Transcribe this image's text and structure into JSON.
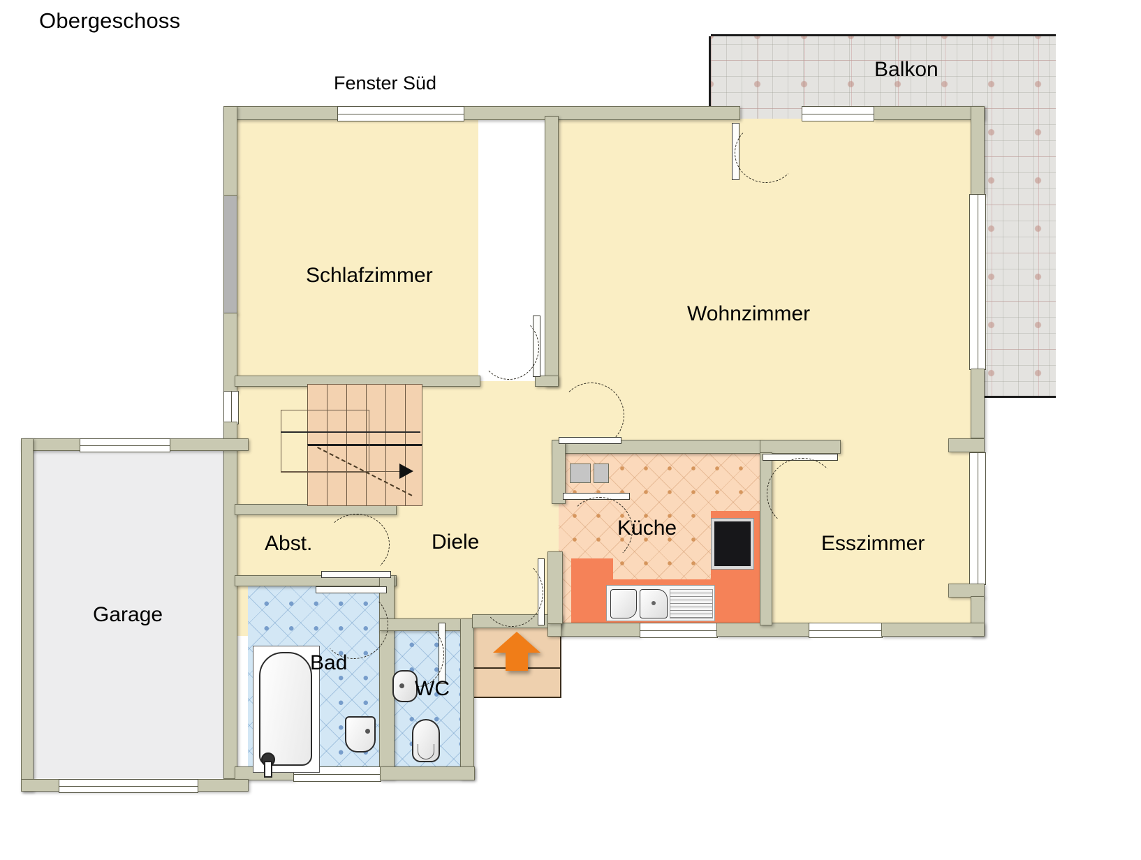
{
  "plan": {
    "title": "Obergeschoss",
    "annotation_top": "Fenster Süd",
    "colors": {
      "wall": "#c9c9b2",
      "wall_outline": "#6e6e58",
      "room_floor": "#faeec4",
      "garage_floor": "#ededee",
      "kitchen_tile": "#fbd9bb",
      "kitchen_counter": "#f58258",
      "bath_tile": "#d3e7f5",
      "balcony_tile": "#e4e3e0",
      "entry_step": "#eed0ae",
      "entry_arrow": "#f07d18",
      "stair_tread": "#f3d2b0",
      "stove": "#17171a",
      "window": "#ffffff",
      "label_text": "#000000"
    },
    "rooms": [
      {
        "id": "schlafzimmer",
        "label": "Schlafzimmer",
        "floor": "cream"
      },
      {
        "id": "wohnzimmer",
        "label": "Wohnzimmer",
        "floor": "cream"
      },
      {
        "id": "esszimmer",
        "label": "Esszimmer",
        "floor": "cream"
      },
      {
        "id": "kueche",
        "label": "Küche",
        "floor": "kitchen-tile"
      },
      {
        "id": "diele",
        "label": "Diele",
        "floor": "cream"
      },
      {
        "id": "abst",
        "label": "Abst.",
        "floor": "cream"
      },
      {
        "id": "bad",
        "label": "Bad",
        "floor": "bath-tile"
      },
      {
        "id": "wc",
        "label": "WC",
        "floor": "bath-tile"
      },
      {
        "id": "garage",
        "label": "Garage",
        "floor": "gray"
      },
      {
        "id": "balkon",
        "label": "Balkon",
        "floor": "balcony-tile"
      }
    ],
    "fixtures": [
      {
        "id": "bathtub",
        "room": "bad",
        "name": "bathtub"
      },
      {
        "id": "bath-sink",
        "room": "bad",
        "name": "washbasin"
      },
      {
        "id": "wc-sink",
        "room": "wc",
        "name": "small-washbasin"
      },
      {
        "id": "wc-toilet",
        "room": "wc",
        "name": "toilet"
      },
      {
        "id": "kitchen-sink",
        "room": "kueche",
        "name": "double-sink-with-drainboard"
      },
      {
        "id": "stove",
        "room": "kueche",
        "name": "cooktop"
      },
      {
        "id": "stairs",
        "room": "diele",
        "name": "staircase-up"
      }
    ],
    "markers": {
      "entrance_arrow": "entrance-direction-up",
      "stair_direction": "up-to-the-right"
    }
  }
}
